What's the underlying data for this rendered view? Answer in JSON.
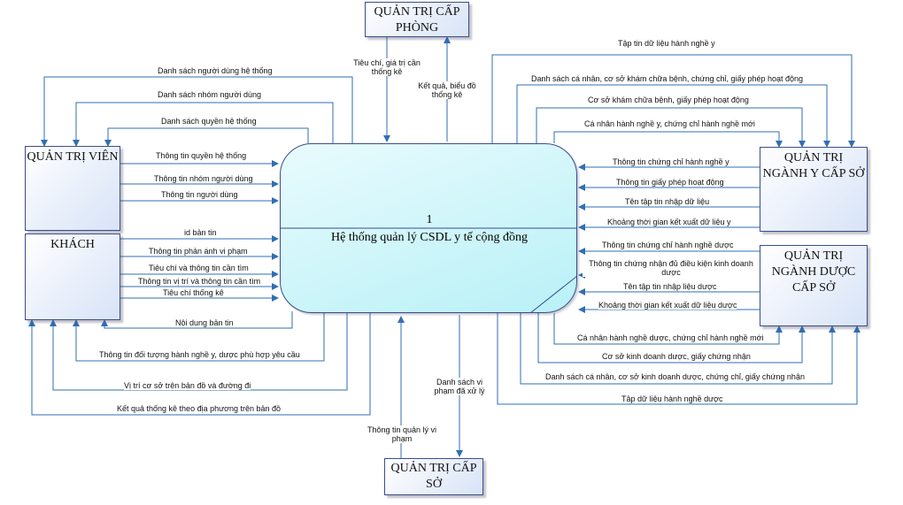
{
  "process": {
    "number": "1",
    "title": "Hệ thống quản lý CSDL y tế cộng đồng"
  },
  "entities": {
    "quan_tri_cap_phong": [
      "QUẢN TRỊ CẤP",
      "PHÒNG"
    ],
    "quan_tri_vien": [
      "QUẢN TRỊ VIÊN"
    ],
    "khach": [
      "KHÁCH"
    ],
    "nganh_y": [
      "QUẢN TRỊ",
      "NGÀNH Y CẤP SỞ"
    ],
    "nganh_duoc": [
      "QUẢN TRỊ",
      "NGÀNH DƯỢC",
      "CẤP SỞ"
    ],
    "cap_so": [
      "QUẢN TRỊ CẤP",
      "SỞ"
    ]
  },
  "flows": {
    "phong_in": "Tiêu chí, giá trị cần thống kê",
    "phong_out": "Kết quả, biểu đồ thống kê",
    "qtv_danh_sach_nguoi_dung": "Danh sách người dùng hệ thống",
    "qtv_danh_sach_nhom": "Danh sách nhóm người dùng",
    "qtv_danh_sach_quyen": "Danh sách quyền hệ thống",
    "qtv_thong_tin_quyen": "Thông tin quyền hệ thống",
    "qtv_thong_tin_nhom": "Thông tin nhóm người dùng",
    "qtv_thong_tin_nguoi_dung": "Thông tin người dùng",
    "khach_id_ban_tin": "id bản tin",
    "khach_phan_anh": "Thông tin phản ánh vi phạm",
    "khach_tieu_chi_tim": "Tiêu chí và thông tin cần tìm",
    "khach_vi_tri_tim": "Thông tin vị trí và thông tin cần tìm",
    "khach_tieu_chi_thong_ke": "Tiêu chí thống kê",
    "khach_noi_dung": "Nội dung bản tin",
    "khach_doi_tuong": "Thông tin đối tượng hành nghề y, dược phù hợp yêu cầu",
    "khach_vi_tri_ban_do": "Vị trí cơ sở trên bản đồ và đường đi",
    "khach_ket_qua_ban_do": "Kết quả thống kê theo địa phương trên bản đồ",
    "y_tap_tin": "Tập tin dữ liệu hành nghề y",
    "y_danh_sach": "Danh sách cá nhân, cơ sở khám chữa bệnh, chứng chỉ, giấy phép hoạt động",
    "y_co_so": "Cơ sở khám chữa bệnh, giấy phép hoạt động",
    "y_ca_nhan": "Cá nhân hành nghề y, chứng chỉ hành nghề mới",
    "y_chung_chi": "Thông tin chứng chỉ hành nghề y",
    "y_giay_phep": "Thông tin giấy phép hoạt động",
    "y_ten_tap_tin": "Tên tập tin nhập dữ liệu",
    "y_khoang_thoi_gian": "Khoảng thời gian kết xuất dữ liệu y",
    "d_chung_chi": "Thông tin chứng chỉ hành nghề dược",
    "d_chung_nhan": "Thông tin chứng nhận đủ điều kiện kinh doanh dược",
    "d_ten_tap_tin": "Tên tập tin nhập liệu dược",
    "d_khoang_thoi_gian": "Khoảng thời gian kết xuất dữ liệu dược",
    "d_ca_nhan": "Cá nhân hành nghề dược, chứng chỉ hành nghề mới",
    "d_co_so": "Cơ sở kinh doanh dược, giấy chứng nhận",
    "d_danh_sach": "Danh sách cá nhân, cơ sở kinh doanh dược, chứng chỉ, giấy chứng nhận",
    "d_tap_tin": "Tập dữ liệu hành nghề dược",
    "so_danh_sach_vi_pham": "Danh sách vi phạm đã xử lý",
    "so_thong_tin_quan_ly": "Thông tin quản lý vi phạm"
  },
  "colors": {
    "line": "#2f6fb3",
    "box_border": "#3b4d8c"
  }
}
